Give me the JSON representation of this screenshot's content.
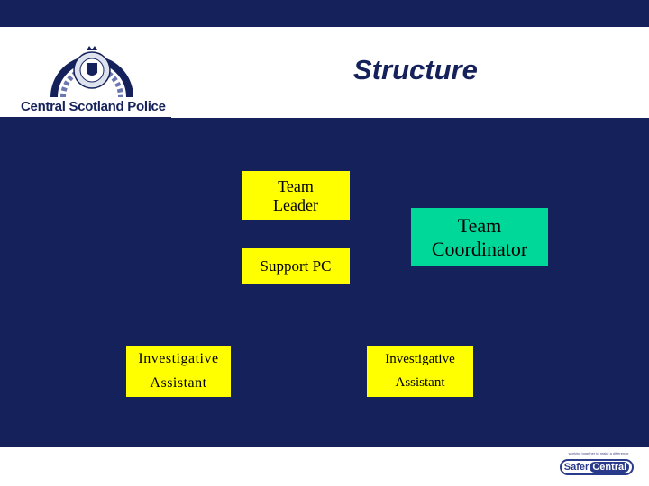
{
  "header": {
    "logo_text": "Central Scotland Police",
    "title": "Structure"
  },
  "diagram": {
    "team_leader": [
      "Team",
      "Leader"
    ],
    "support_pc": "Support PC",
    "team_coordinator": [
      "Team",
      "Coordinator"
    ],
    "investigative_assistant_left": [
      "Investigative",
      "Assistant"
    ],
    "investigative_assistant_right": [
      "Investigative",
      "Assistant"
    ]
  },
  "footer": {
    "tagline": "working together to make a difference",
    "logo_word1": "Safer",
    "logo_word2": "Central"
  },
  "colors": {
    "navy": "#14215a",
    "yellow": "#ffff00",
    "green": "#00d89a"
  }
}
